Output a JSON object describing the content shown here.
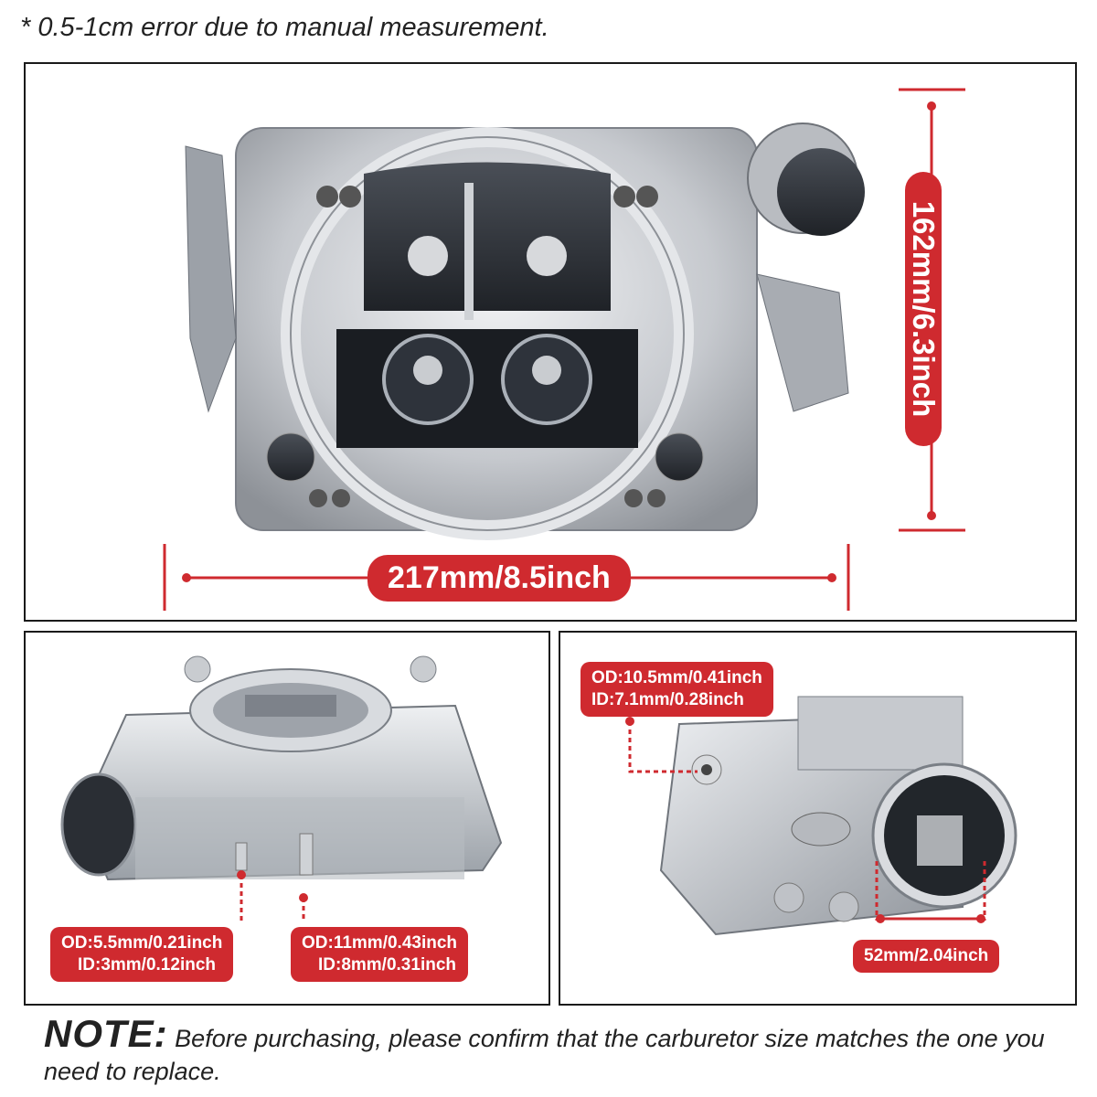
{
  "top_note": "* 0.5-1cm error due to manual measurement.",
  "dimensions": {
    "width": "217mm/8.5inch",
    "height": "162mm/6.3inch"
  },
  "bottom_left": {
    "callout_left": {
      "od": "OD:5.5mm/0.21inch",
      "id": "ID:3mm/0.12inch"
    },
    "callout_right": {
      "od": "OD:11mm/0.43inch",
      "id": "ID:8mm/0.31inch"
    }
  },
  "bottom_right": {
    "callout_top": {
      "od": "OD:10.5mm/0.41inch",
      "id": "ID:7.1mm/0.28inch"
    },
    "callout_bottom": "52mm/2.04inch"
  },
  "note": {
    "label": "NOTE:",
    "text": "Before purchasing, please confirm that the carburetor size matches the one you need to replace."
  },
  "colors": {
    "accent": "#cf2a2f",
    "border": "#1a1a1a",
    "metal": "#c9ccd0"
  }
}
